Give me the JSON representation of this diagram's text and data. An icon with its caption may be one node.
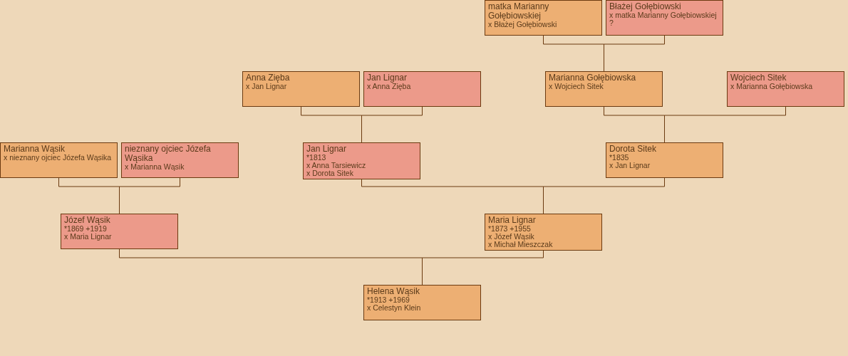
{
  "diagram": {
    "nodes": [
      {
        "text": [
          "matka Marianny Gołębiowskiej",
          "x Błażej Gołębiowski"
        ]
      },
      {
        "text": [
          "Błażej Gołębiowski",
          "x matka Marianny Gołębiowskiej ?"
        ]
      },
      {
        "text": [
          "Anna Zięba",
          "x Jan Lignar"
        ]
      },
      {
        "text": [
          "Jan Lignar",
          "x Anna Zięba"
        ]
      },
      {
        "text": [
          "Marianna Gołębiowska",
          "x Wojciech Sitek"
        ]
      },
      {
        "text": [
          "Wojciech Sitek",
          "x Marianna Gołębiowska"
        ]
      },
      {
        "text": [
          "Marianna Wąsik",
          "x nieznany ojciec Józefa Wąsika"
        ]
      },
      {
        "text": [
          "nieznany ojciec Józefa Wąsika",
          "x Marianna Wąsik"
        ]
      },
      {
        "text": [
          "Jan Lignar",
          "*1813",
          "x Anna Tarsiewicz",
          "x Dorota Sitek"
        ]
      },
      {
        "text": [
          "Dorota Sitek",
          "*1835",
          "x Jan Lignar"
        ]
      },
      {
        "text": [
          "Józef Wąsik",
          "*1869 +1919",
          "x Maria Lignar"
        ]
      },
      {
        "text": [
          "Maria Lignar",
          "*1873 +1955",
          "x Józef Wąsik",
          "x Michał Mieszczak"
        ]
      },
      {
        "text": [
          "Helena Wąsik",
          "*1913 +1969",
          "x Celestyn Klein"
        ]
      }
    ],
    "edges": [
      {
        "from": 0,
        "to": 4,
        "arrow": "none"
      },
      {
        "from": 1,
        "to": 4,
        "arrow": "none"
      },
      {
        "from": 2,
        "to": 8,
        "arrow": "none"
      },
      {
        "from": 3,
        "to": 8,
        "arrow": "none"
      },
      {
        "from": 4,
        "to": 9,
        "arrow": "none"
      },
      {
        "from": 5,
        "to": 9,
        "arrow": "none"
      },
      {
        "from": 6,
        "to": 10,
        "arrow": "none"
      },
      {
        "from": 7,
        "to": 10,
        "arrow": "none"
      },
      {
        "from": 8,
        "to": 11,
        "arrow": "none"
      },
      {
        "from": 9,
        "to": 11,
        "arrow": "none"
      },
      {
        "from": 10,
        "to": 12,
        "arrow": "none"
      },
      {
        "from": 11,
        "to": 12,
        "arrow": "none"
      }
    ]
  }
}
